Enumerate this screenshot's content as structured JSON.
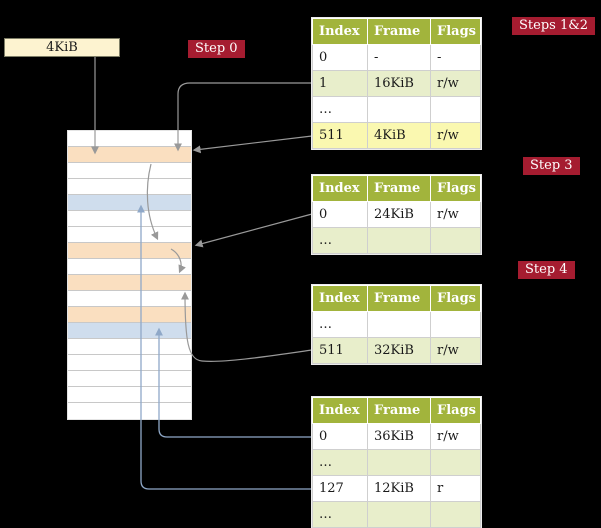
{
  "colors": {
    "background": "#000000",
    "badge_red": "#a51c30",
    "table_header": "#a2b43c",
    "row_white": "#ffffff",
    "row_green": "#e8eecb",
    "row_yellow": "#faf8b0",
    "mem_peach": "#fadfc0",
    "mem_blue": "#cfdded",
    "frame_box_bg": "#fdf3d0",
    "arrow_gray": "#999999",
    "arrow_blue": "#8fa8c8",
    "cell_text": "#1a1a1a"
  },
  "labels": {
    "frame_box": "4KiB",
    "step0": "Step 0",
    "steps12": "Steps 1&2",
    "step3": "Step 3",
    "step4": "Step 4"
  },
  "tables": [
    {
      "headers": [
        "Index",
        "Frame",
        "Flags"
      ],
      "rows": [
        {
          "cells": [
            "0",
            "-",
            "-"
          ],
          "bg": "white"
        },
        {
          "cells": [
            "1",
            "16KiB",
            "r/w"
          ],
          "bg": "green"
        },
        {
          "cells": [
            "…",
            "",
            ""
          ],
          "bg": "white"
        },
        {
          "cells": [
            "511",
            "4KiB",
            "r/w"
          ],
          "bg": "yellow"
        }
      ]
    },
    {
      "headers": [
        "Index",
        "Frame",
        "Flags"
      ],
      "rows": [
        {
          "cells": [
            "0",
            "24KiB",
            "r/w"
          ],
          "bg": "white"
        },
        {
          "cells": [
            "…",
            "",
            ""
          ],
          "bg": "green"
        }
      ]
    },
    {
      "headers": [
        "Index",
        "Frame",
        "Flags"
      ],
      "rows": [
        {
          "cells": [
            "…",
            "",
            ""
          ],
          "bg": "white"
        },
        {
          "cells": [
            "511",
            "32KiB",
            "r/w"
          ],
          "bg": "green"
        }
      ]
    },
    {
      "headers": [
        "Index",
        "Frame",
        "Flags"
      ],
      "rows": [
        {
          "cells": [
            "0",
            "36KiB",
            "r/w"
          ],
          "bg": "white"
        },
        {
          "cells": [
            "…",
            "",
            ""
          ],
          "bg": "green"
        },
        {
          "cells": [
            "127",
            "12KiB",
            "r"
          ],
          "bg": "white"
        },
        {
          "cells": [
            "…",
            "",
            ""
          ],
          "bg": "green"
        }
      ]
    }
  ],
  "memory": {
    "row_colors": [
      "white",
      "peach",
      "white",
      "white",
      "blue",
      "white",
      "white",
      "peach",
      "white",
      "peach",
      "white",
      "peach",
      "blue",
      "white",
      "white",
      "white",
      "white",
      "white"
    ]
  }
}
